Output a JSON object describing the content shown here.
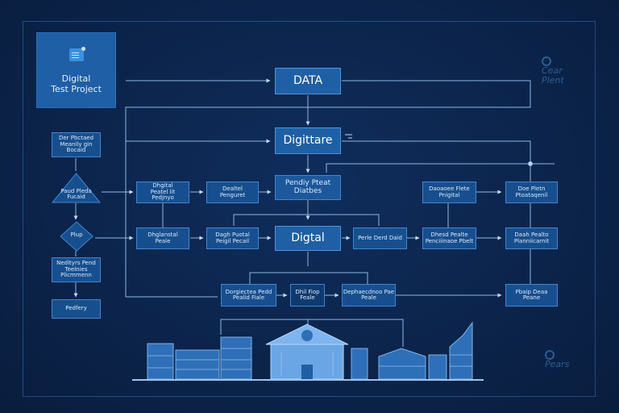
{
  "project": {
    "icon": "document-icon",
    "title": "Digital\nTest Project"
  },
  "nodes": {
    "data": "DATA",
    "digittare": "Digittare",
    "pending": "Pendiy Pteat\nDiatbes",
    "digital": "Digtal",
    "left_top": "Der Pbctaed\nMeanily gin\nBocaid",
    "left_mid": "Nedityrs Pend\nTeelnies\nPlicmmenn",
    "left_bottom": "Pedfery",
    "r1_a": "Dhgital\nPeatel lit\nPedjnyo",
    "r1_b": "Dealtel\nPenguret",
    "r2_a": "Dhglanstal\nPeale",
    "r2_b": "Dagh Puotal\nPeigil Pecail",
    "r3_a": "Dorgiectea Pedd\nPealid Fiale",
    "r3_b": "Dhil Fiop\nFeale",
    "r3_c": "Dephaecdnoo Pae\nPeale",
    "right_1a": "Daoaoee Flete\nPnigital",
    "right_1b": "Doe Pletn\nPtoataqenil",
    "right_2a": "Perle Derd Daid",
    "right_2b": "Dhesd Pealte\nPenciiinaoe Pbelt",
    "right_2c": "Daah Pealto\nPlanniicarnit",
    "right_3": "Pbaip Deaa\nPeane"
  },
  "diamonds": {
    "top": "Paud Pleda\nFucaid",
    "bottom": "Plup"
  },
  "corners": {
    "top_right": "Cear\nPlent",
    "bottom_right": "Pears"
  },
  "icons": [
    "document-icon",
    "gear-icon",
    "city-skyline-icon",
    "government-building-icon"
  ],
  "colors": {
    "background": "#0b2247",
    "node_fill": "#174f8e",
    "node_border": "#3f86d0",
    "line": "#8fb6e3",
    "skyline": "#6fa3df"
  }
}
